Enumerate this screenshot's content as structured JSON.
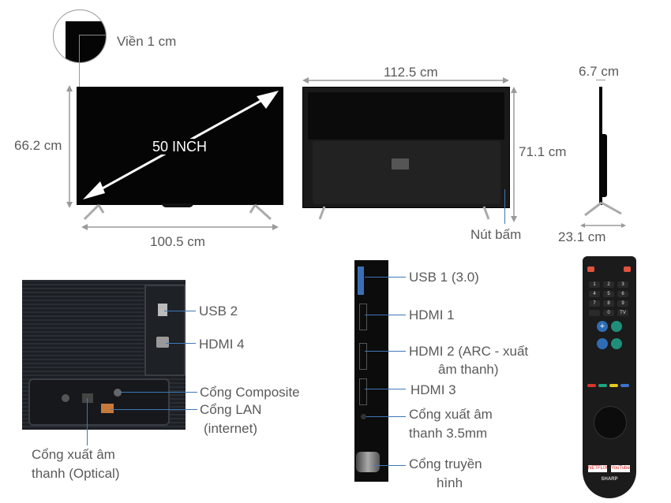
{
  "front": {
    "bezel_label": "Viền 1 cm",
    "diagonal_label": "50 INCH",
    "height_label": "66.2 cm",
    "width_label": "100.5 cm"
  },
  "back": {
    "width_label": "112.5 cm",
    "height_label": "71.1 cm",
    "button_label": "Nút bấm"
  },
  "side": {
    "depth_label": "6.7 cm",
    "stand_depth_label": "23.1 cm"
  },
  "rear_ports": {
    "usb2": "USB 2",
    "hdmi4": "HDMI 4",
    "composite": "Cổng Composite",
    "lan_line1": "Cổng LAN",
    "lan_line2": "(internet)",
    "optical_line1": "Cổng xuất âm",
    "optical_line2": "thanh (Optical)"
  },
  "side_ports": {
    "usb1": "USB 1 (3.0)",
    "hdmi1": "HDMI 1",
    "hdmi2_line1": "HDMI 2 (ARC - xuất",
    "hdmi2_line2": "âm thanh)",
    "hdmi3": "HDMI 3",
    "audio_line1": "Cổng xuất âm",
    "audio_line2": "thanh 3.5mm",
    "antenna_line1": "Cổng truyền",
    "antenna_line2": "hình"
  },
  "remote": {
    "brand": "SHARP",
    "keys": [
      "1",
      "2",
      "3",
      "4",
      "5",
      "6",
      "7",
      "8",
      "9",
      "",
      "0",
      "TV"
    ],
    "app_keys": [
      "NETFLIX",
      "YouTube"
    ],
    "color_keys": [
      "#d9352b",
      "#1fa37f",
      "#e6c81e",
      "#3a73c9"
    ]
  },
  "colors": {
    "callout_line": "#3f77b7",
    "label_text": "#5a5a5a",
    "dimension_arrow": "#9a9a9a"
  }
}
